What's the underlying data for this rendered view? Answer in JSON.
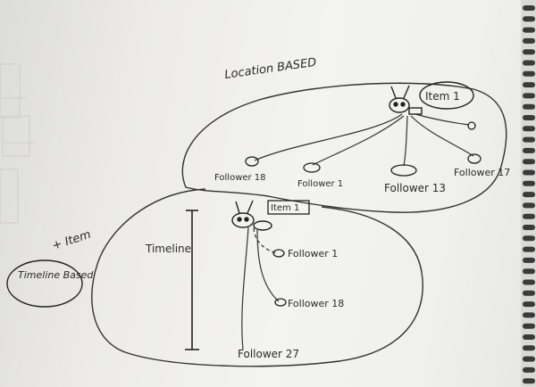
{
  "sketch": {
    "top_group_label": "Location BASED",
    "bottom_group_label": "Timeline Based",
    "plus_item_label": "+ Item",
    "axis_label": "Timeline",
    "top_item_label": "Item 1",
    "bottom_item_label": "Item 1",
    "top_followers": [
      "Follower 18",
      "Follower 1",
      "Follower 13",
      "Follower 17"
    ],
    "bottom_followers": [
      "Follower 1",
      "Follower 18",
      "Follower 27"
    ]
  }
}
